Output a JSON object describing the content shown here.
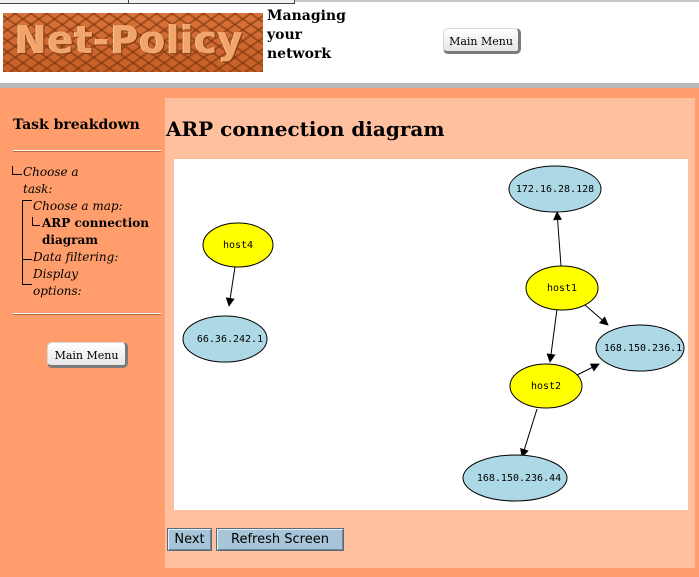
{
  "header": {
    "logo_text": "Net-Policy",
    "tagline": [
      "Managing",
      "your",
      "network"
    ],
    "main_menu_label": "Main Menu"
  },
  "sidebar": {
    "title": "Task breakdown",
    "tree": {
      "step1": [
        "Choose a",
        "task:"
      ],
      "step2": "Choose a map:",
      "current": [
        "ARP connection",
        "diagram"
      ],
      "step3": "Data filtering:",
      "step4": [
        "Display",
        "options:"
      ]
    },
    "main_menu_label": "Main Menu"
  },
  "main": {
    "title": "ARP connection diagram",
    "next_label": "Next",
    "refresh_label": "Refresh Screen"
  },
  "diagram": {
    "nodes": {
      "host4": "host4",
      "ip1": "66.36.242.1",
      "ip2": "172.16.28.128",
      "host1": "host1",
      "ip3": "168.150.236.1",
      "host2": "host2",
      "ip4": "168.150.236.44"
    }
  },
  "colors": {
    "host_fill": "#ffff00",
    "ip_fill": "#add8e6",
    "page_background": "#ff9e6c",
    "panel_background": "#ffc0a0",
    "button_fill": "#a8c4d8"
  }
}
